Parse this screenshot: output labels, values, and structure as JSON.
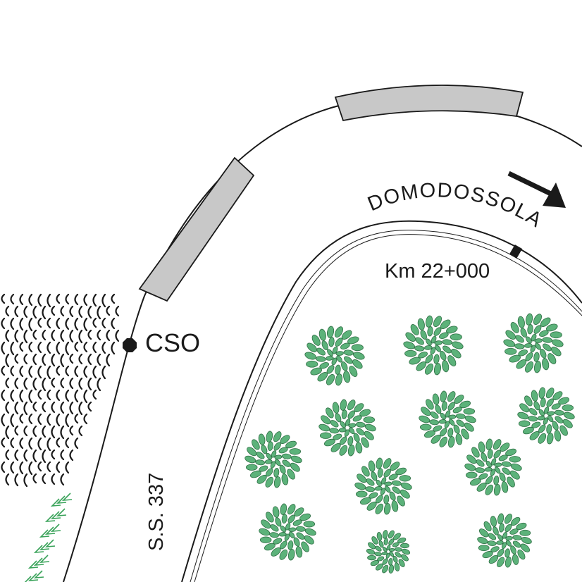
{
  "labels": {
    "direction": "DOMODOSSOLA",
    "kilometer": "Km 22+000",
    "station": "CSO",
    "road": "S.S. 337"
  },
  "colors": {
    "line": "#1a1a1a",
    "panel_fill": "#c8c8c8",
    "tree_fill": "#5cb27a",
    "tree_stroke": "#2f6e44",
    "vegetation_marks": "#3aa35a"
  },
  "icons": {
    "station": "octagon-marker-icon",
    "direction": "arrow-right-icon",
    "vegetation": "tree-icon",
    "terrain": "rock-hatching-icon"
  }
}
